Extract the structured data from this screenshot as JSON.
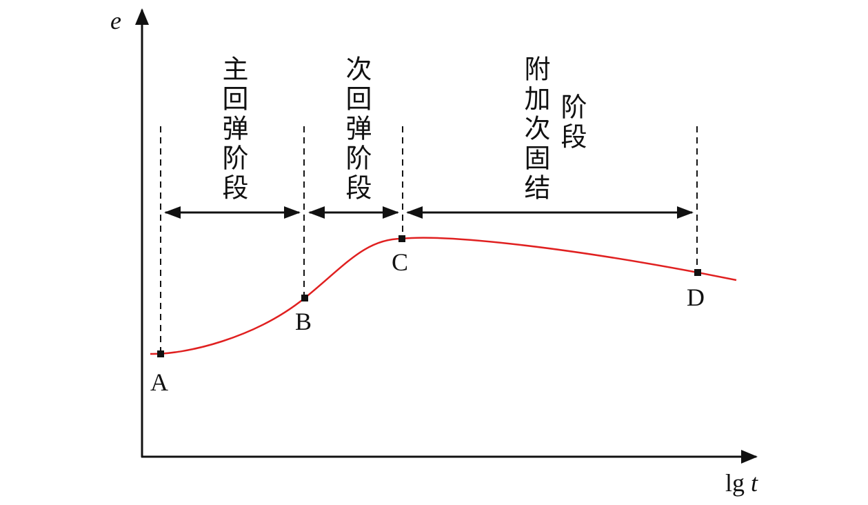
{
  "axes": {
    "y_label": "e",
    "x_label_prefix": "lg ",
    "x_label_var": "t"
  },
  "points": [
    {
      "label": "A"
    },
    {
      "label": "B"
    },
    {
      "label": "C"
    },
    {
      "label": "D"
    }
  ],
  "stages": [
    {
      "text": "主回弹阶段"
    },
    {
      "text": "次回弹阶段"
    },
    {
      "text": "附加次固结",
      "text2": "阶段"
    }
  ],
  "colors": {
    "curve": "#e02020",
    "ink": "#111111"
  }
}
